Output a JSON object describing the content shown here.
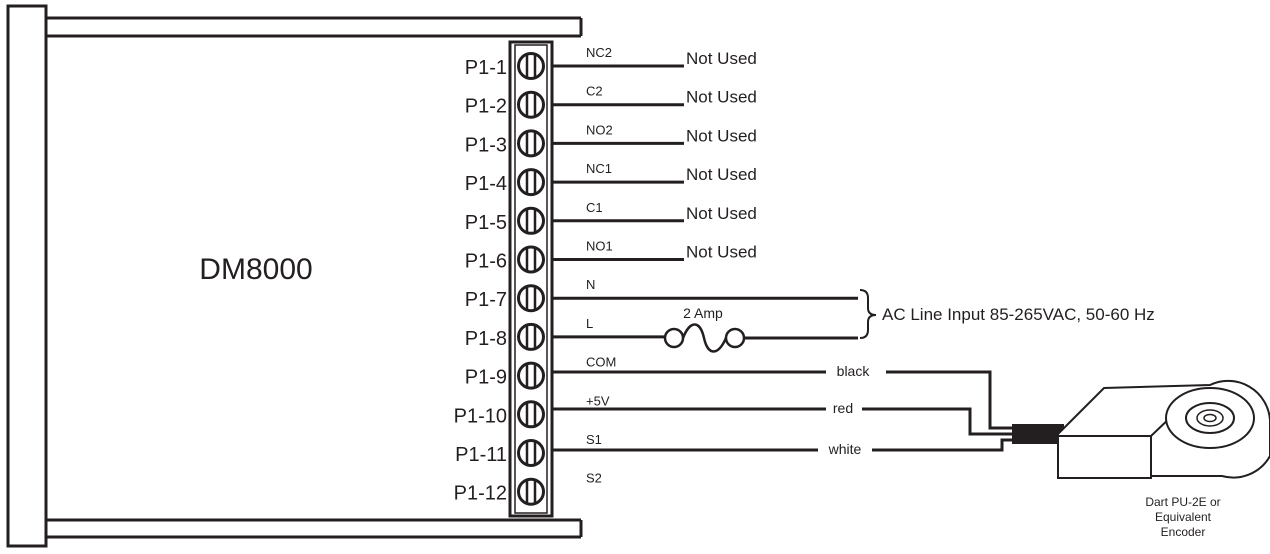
{
  "device": {
    "name": "DM8000"
  },
  "pins": [
    {
      "label": "P1-1",
      "signal": "NC2",
      "note": "Not Used"
    },
    {
      "label": "P1-2",
      "signal": "C2",
      "note": "Not Used"
    },
    {
      "label": "P1-3",
      "signal": "NO2",
      "note": "Not Used"
    },
    {
      "label": "P1-4",
      "signal": "NC1",
      "note": "Not Used"
    },
    {
      "label": "P1-5",
      "signal": "C1",
      "note": "Not Used"
    },
    {
      "label": "P1-6",
      "signal": "NO1",
      "note": "Not Used"
    },
    {
      "label": "P1-7",
      "signal": "N"
    },
    {
      "label": "P1-8",
      "signal": "L"
    },
    {
      "label": "P1-9",
      "signal": "COM"
    },
    {
      "label": "P1-10",
      "signal": "+5V"
    },
    {
      "label": "P1-11",
      "signal": "S1"
    },
    {
      "label": "P1-12",
      "signal": "S2"
    }
  ],
  "fuse": {
    "label": "2 Amp"
  },
  "ac_input": {
    "label": "AC Line Input 85-265VAC, 50-60 Hz"
  },
  "wires": {
    "black": "black",
    "red": "red",
    "white": "white"
  },
  "encoder": {
    "line1": "Dart PU-2E or",
    "line2": "Equivalent",
    "line3": "Encoder"
  },
  "colors": {
    "ink": "#231f20",
    "background": "#ffffff"
  }
}
